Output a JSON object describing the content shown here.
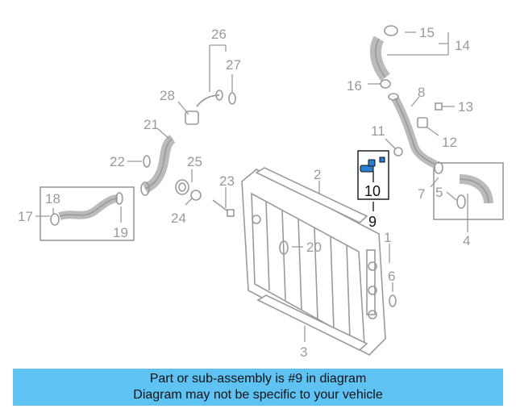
{
  "colors": {
    "banner_bg": "#5ec3f3",
    "part_gray": "#9a9a9a",
    "highlight": "#111111",
    "part_blue": "#2a7fd0"
  },
  "labels": {
    "l1": "1",
    "l2": "2",
    "l3": "3",
    "l4": "4",
    "l5": "5",
    "l6": "6",
    "l7": "7",
    "l8": "8",
    "l9": "9",
    "l10": "10",
    "l11": "11",
    "l12": "12",
    "l13": "13",
    "l14": "14",
    "l15": "15",
    "l16": "16",
    "l17": "17",
    "l18": "18",
    "l19": "19",
    "l20": "20",
    "l21": "21",
    "l22": "22",
    "l23": "23",
    "l24": "24",
    "l25": "25",
    "l26": "26",
    "l27": "27",
    "l28": "28"
  },
  "banner": {
    "line1": "Part or sub-assembly is #9 in diagram",
    "line2": "Diagram may not be specific to your vehicle"
  }
}
